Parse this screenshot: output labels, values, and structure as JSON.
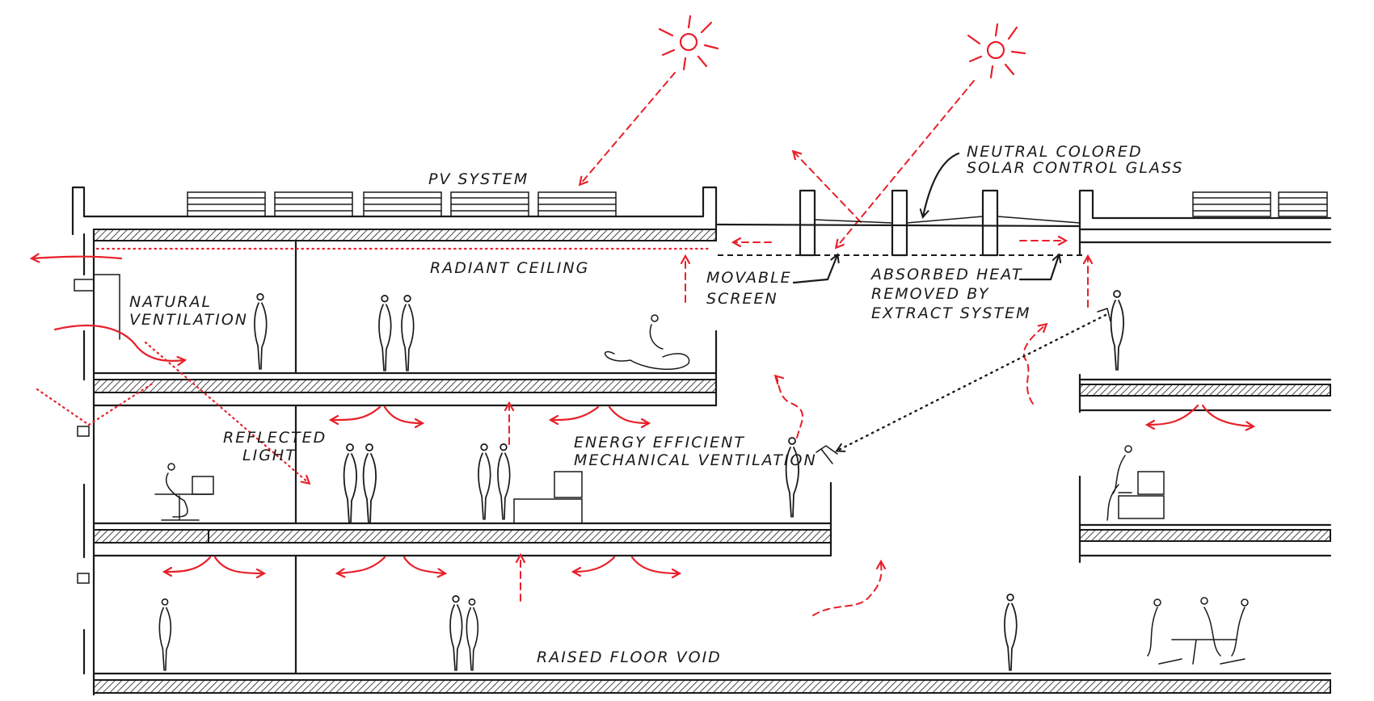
{
  "labels": {
    "pv_system": "PV SYSTEM",
    "neutral_glass_1": "NEUTRAL COLORED",
    "neutral_glass_2": "SOLAR CONTROL GLASS",
    "radiant_ceiling": "RADIANT CEILING",
    "movable_screen_1": "MOVABLE",
    "movable_screen_2": "SCREEN",
    "absorbed_heat_1": "ABSORBED HEAT",
    "absorbed_heat_2": "REMOVED BY",
    "absorbed_heat_3": "EXTRACT SYSTEM",
    "natural_vent_1": "NATURAL",
    "natural_vent_2": "VENTILATION",
    "reflected_light_1": "REFLECTED",
    "reflected_light_2": "LIGHT",
    "energy_vent_1": "ENERGY EFFICIENT",
    "energy_vent_2": "MECHANICAL VENTILATION",
    "raised_floor": "RAISED FLOOR VOID"
  },
  "colors": {
    "ink": "#1a1a1a",
    "accent_red": "#e8202a"
  },
  "icons": [
    "sun-icon",
    "person-icon",
    "arrow-icon"
  ]
}
